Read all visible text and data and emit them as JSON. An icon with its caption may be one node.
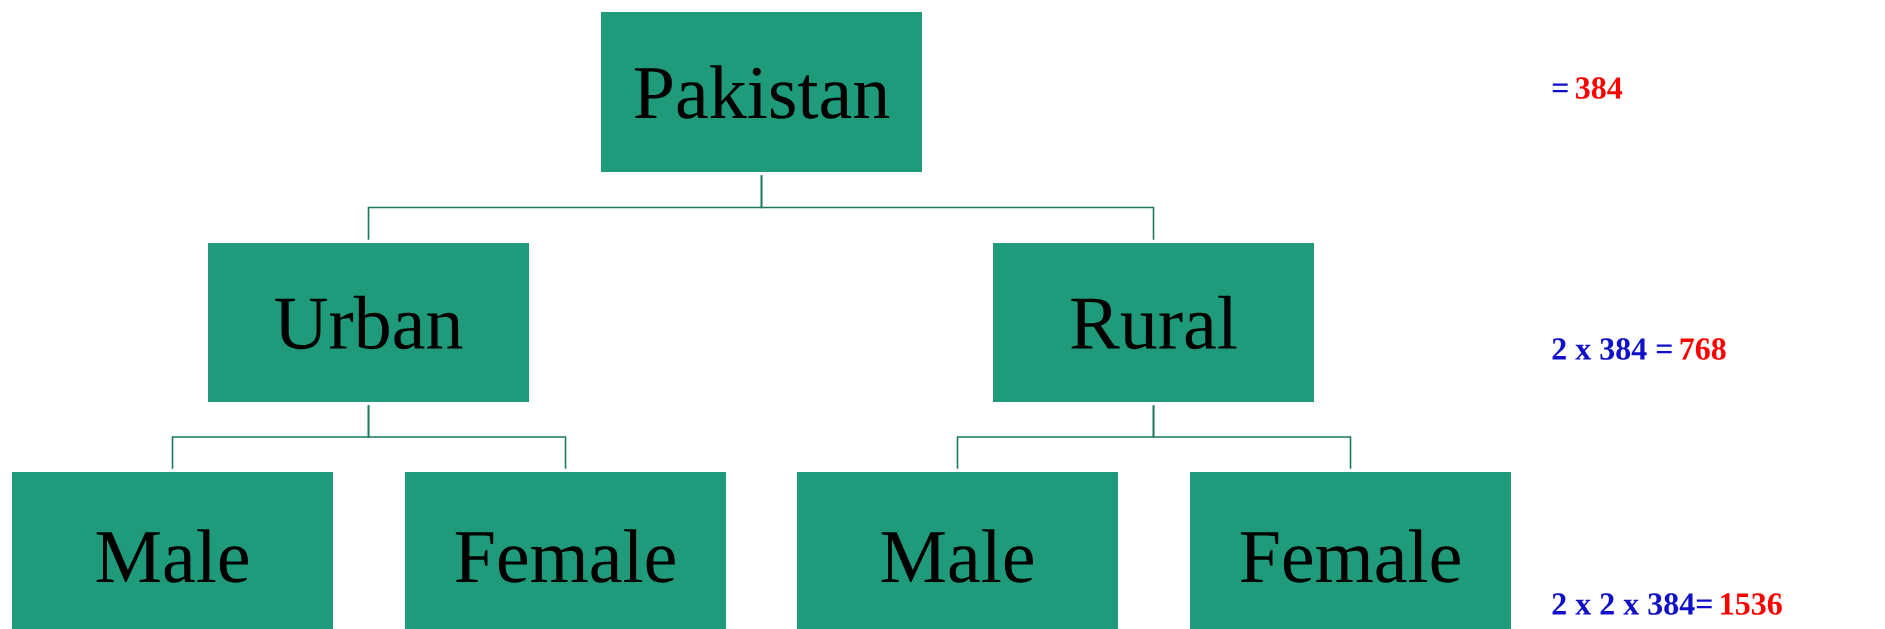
{
  "diagram": {
    "nodes": [
      {
        "text": [
          "Pakistan"
        ]
      },
      {
        "text": [
          "Urban"
        ]
      },
      {
        "text": [
          "Rural"
        ]
      },
      {
        "text": [
          "Male"
        ]
      },
      {
        "text": [
          "Female"
        ]
      },
      {
        "text": [
          "Male"
        ]
      },
      {
        "text": [
          "Female"
        ]
      }
    ],
    "edges": [
      {
        "from": 0,
        "to": 1,
        "arrow": "none"
      },
      {
        "from": 0,
        "to": 2,
        "arrow": "none"
      },
      {
        "from": 1,
        "to": 3,
        "arrow": "none"
      },
      {
        "from": 1,
        "to": 4,
        "arrow": "none"
      },
      {
        "from": 2,
        "to": 5,
        "arrow": "none"
      },
      {
        "from": 2,
        "to": 6,
        "arrow": "none"
      }
    ],
    "labels": [
      "=",
      "384",
      "2 x 384 =",
      "768",
      "2 x 2 x 384=",
      "1536"
    ]
  }
}
